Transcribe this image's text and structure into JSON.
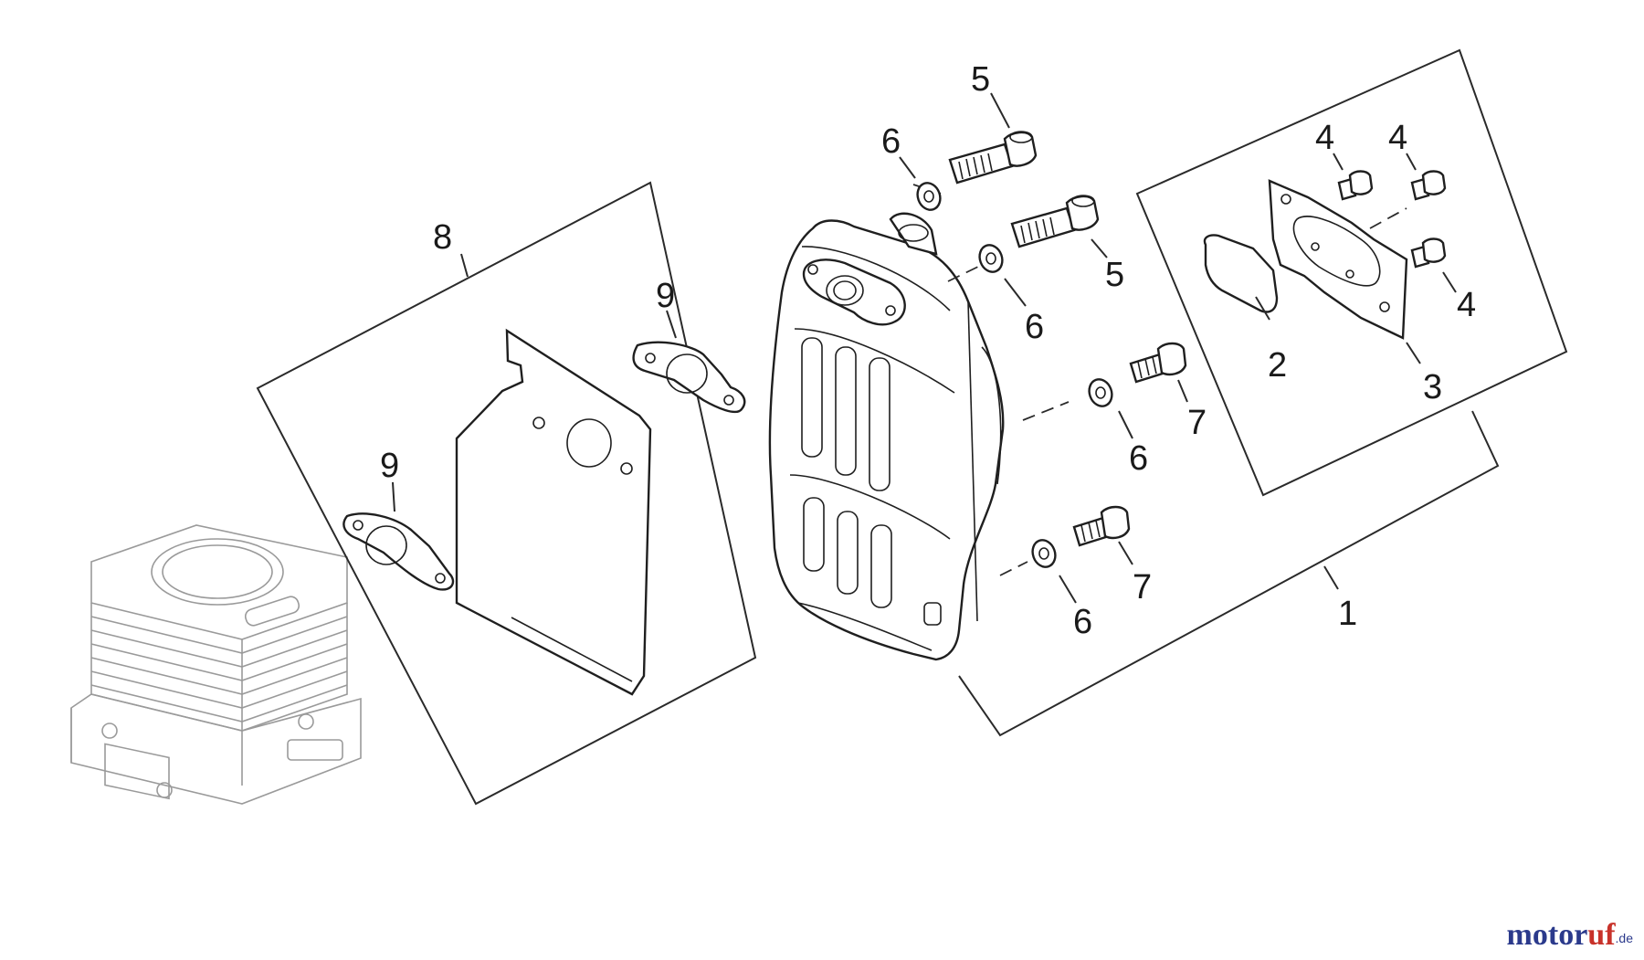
{
  "diagram": {
    "callouts": {
      "c1": "1",
      "c2": "2",
      "c3": "3",
      "c4a": "4",
      "c4b": "4",
      "c4c": "4",
      "c5a": "5",
      "c5b": "5",
      "c6a": "6",
      "c6b": "6",
      "c6c": "6",
      "c6d": "6",
      "c7a": "7",
      "c7b": "7",
      "c8": "8",
      "c9a": "9",
      "c9b": "9"
    },
    "colors": {
      "line": "#1f1f1f",
      "ghost": "#9a9a9a",
      "watermark_blue": "#2b3a8c",
      "watermark_red": "#c8322a"
    }
  },
  "watermark": {
    "part1": "motor",
    "part2": "uf",
    "part3": ".de"
  }
}
